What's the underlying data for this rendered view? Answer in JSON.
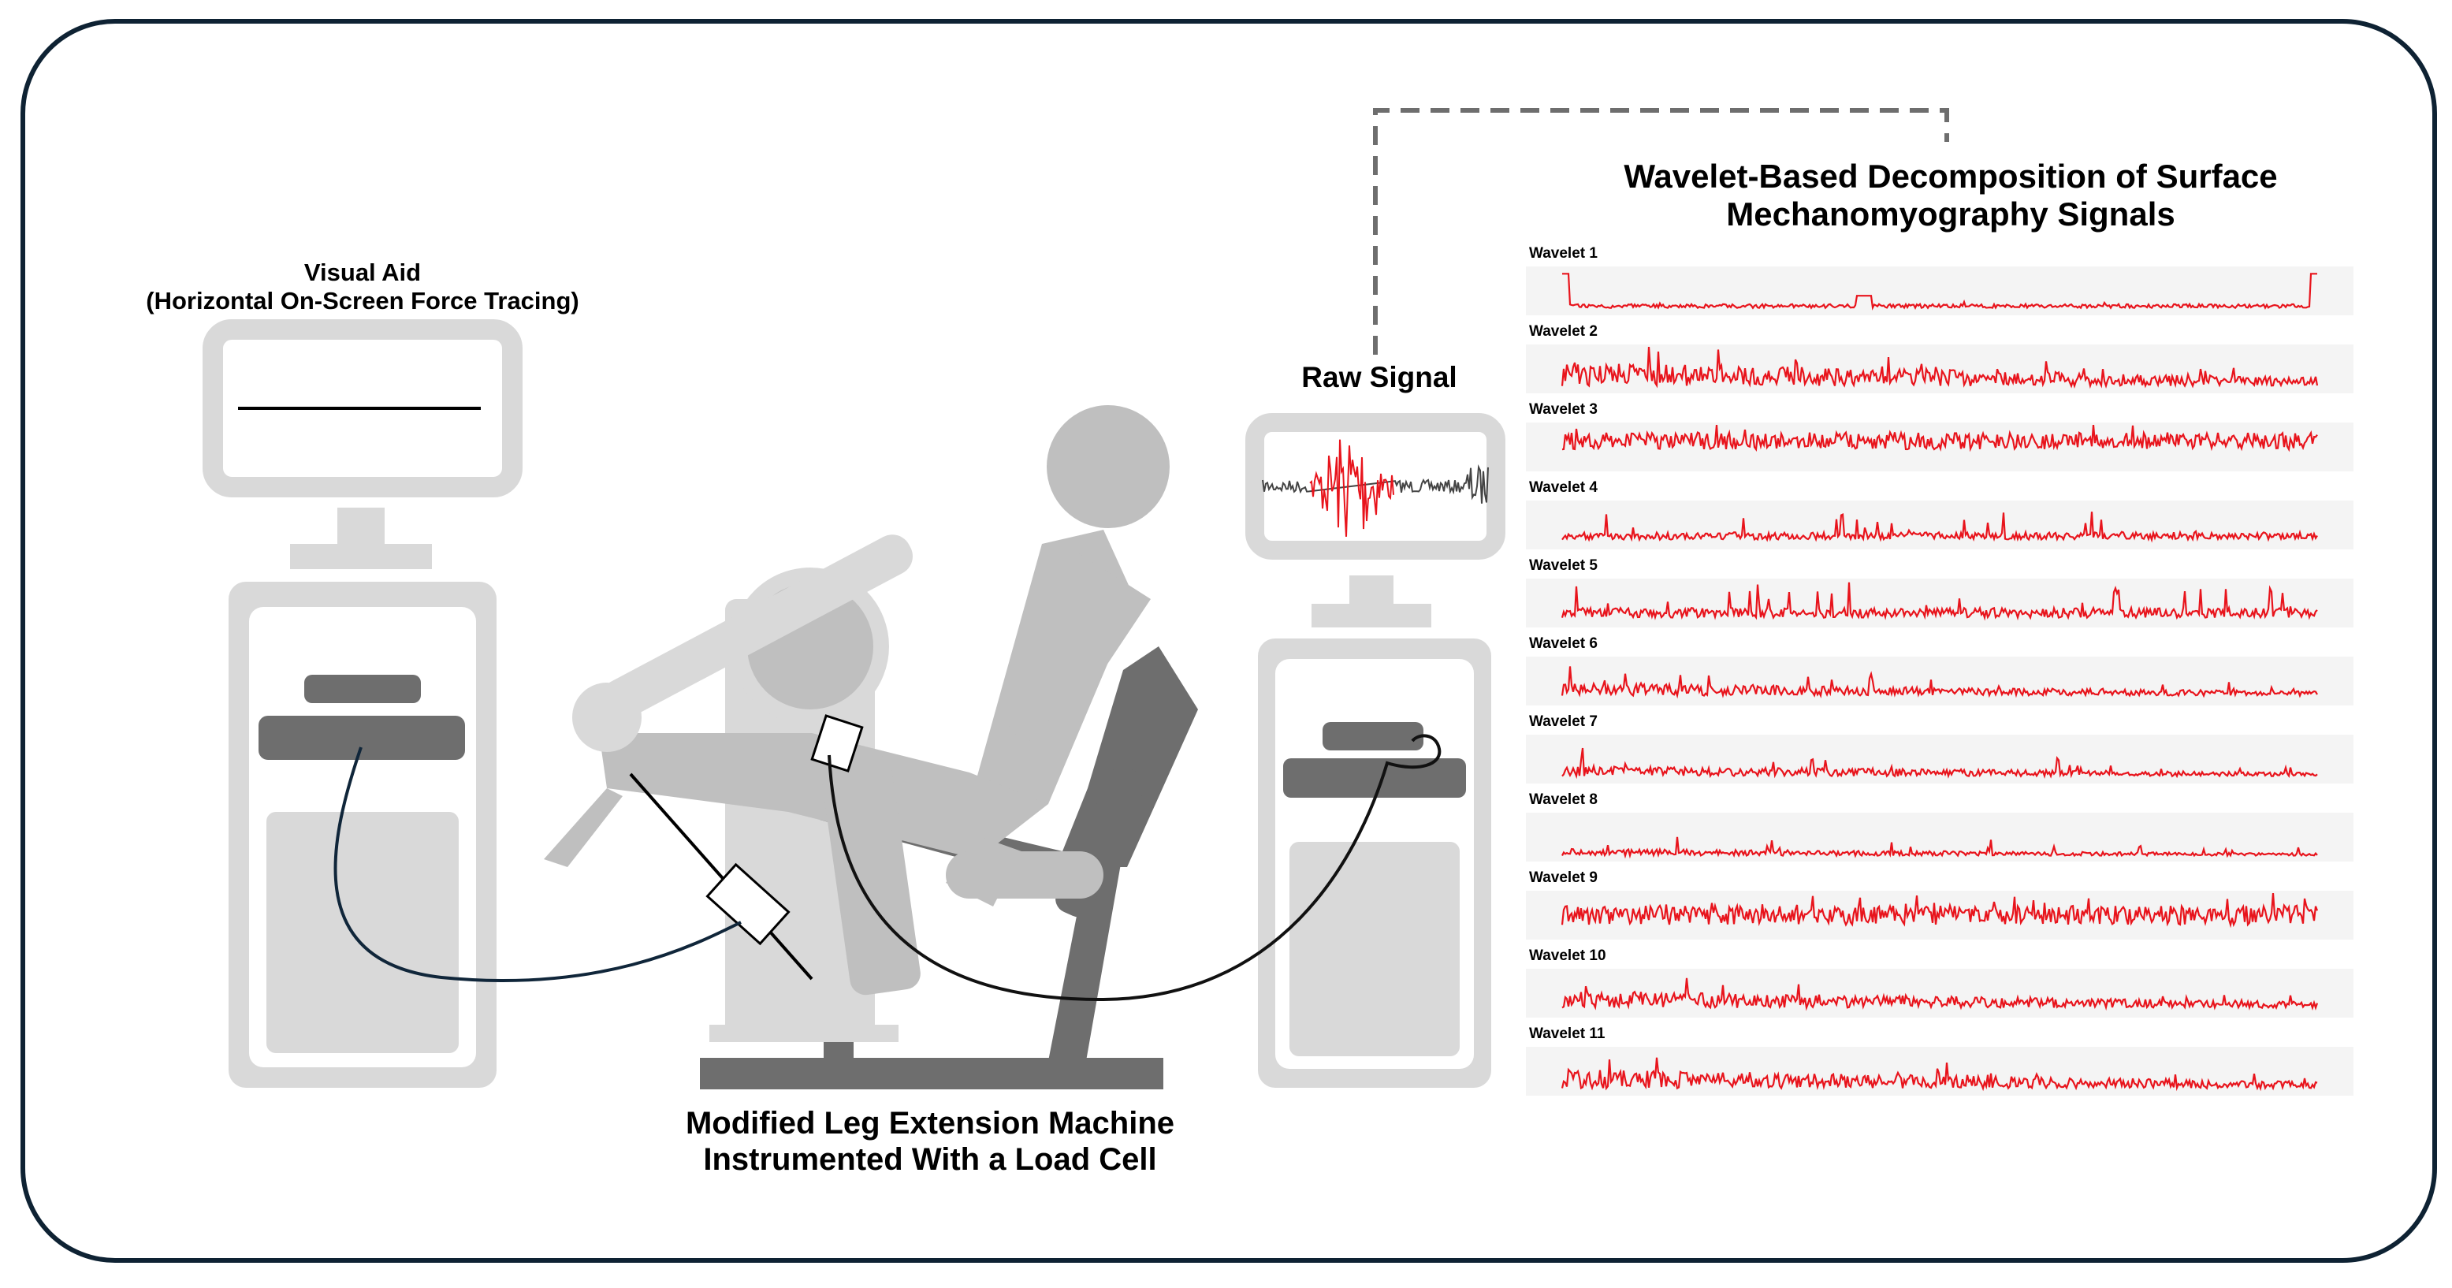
{
  "labels": {
    "visual_aid_line1": "Visual Aid",
    "visual_aid_line2": "(Horizontal On-Screen Force Tracing)",
    "raw_signal": "Raw Signal",
    "machine_line1": "Modified Leg Extension Machine",
    "machine_line2": "Instrumented With a Load Cell",
    "wavelet_title_line1": "Wavelet-Based Decomposition of Surface",
    "wavelet_title_line2": "Mechanomyography Signals"
  },
  "wavelets": [
    {
      "label": "Wavelet 1"
    },
    {
      "label": "Wavelet 2"
    },
    {
      "label": "Wavelet 3"
    },
    {
      "label": "Wavelet 4"
    },
    {
      "label": "Wavelet 5"
    },
    {
      "label": "Wavelet 6"
    },
    {
      "label": "Wavelet 7"
    },
    {
      "label": "Wavelet 8"
    },
    {
      "label": "Wavelet 9"
    },
    {
      "label": "Wavelet 10"
    },
    {
      "label": "Wavelet 11"
    }
  ],
  "colors": {
    "frame": "#0e2233",
    "signal": "#e8141c",
    "light_gray": "#d9d9d9",
    "mid_gray": "#bfbfbf",
    "dark_gray": "#6e6e6e",
    "cable": "#10263a"
  }
}
